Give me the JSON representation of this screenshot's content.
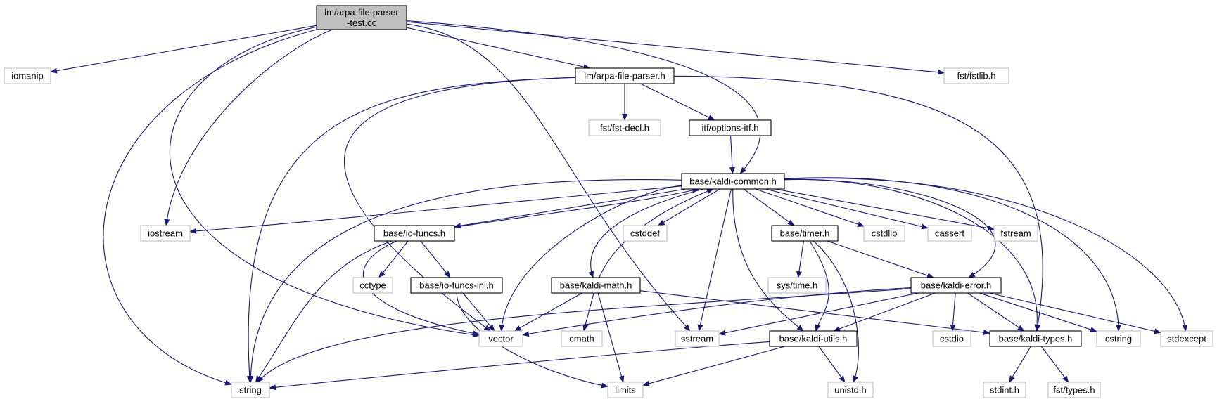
{
  "colors": {
    "edge": "#191970",
    "root_fill": "#bfbfbf",
    "root_border": "#000000",
    "documented_border": "#000000",
    "external_border": "#bfbfbf",
    "external_text": "#000000",
    "background": "#ffffff"
  },
  "nodes": [
    {
      "id": "root",
      "label": [
        "lm/arpa-file-parser",
        "-test.cc"
      ],
      "kind": "root"
    },
    {
      "id": "iomanip",
      "label": [
        "iomanip"
      ],
      "kind": "external"
    },
    {
      "id": "arpa",
      "label": [
        "lm/arpa-file-parser.h"
      ],
      "kind": "documented"
    },
    {
      "id": "fstlib",
      "label": [
        "fst/fstlib.h"
      ],
      "kind": "external"
    },
    {
      "id": "fstdecl",
      "label": [
        "fst/fst-decl.h"
      ],
      "kind": "external"
    },
    {
      "id": "options",
      "label": [
        "itf/options-itf.h"
      ],
      "kind": "documented"
    },
    {
      "id": "common",
      "label": [
        "base/kaldi-common.h"
      ],
      "kind": "documented"
    },
    {
      "id": "iostream",
      "label": [
        "iostream"
      ],
      "kind": "external"
    },
    {
      "id": "iofuncs",
      "label": [
        "base/io-funcs.h"
      ],
      "kind": "documented"
    },
    {
      "id": "cstddef",
      "label": [
        "cstddef"
      ],
      "kind": "external"
    },
    {
      "id": "timer",
      "label": [
        "base/timer.h"
      ],
      "kind": "documented"
    },
    {
      "id": "cstdlib",
      "label": [
        "cstdlib"
      ],
      "kind": "external"
    },
    {
      "id": "cassert",
      "label": [
        "cassert"
      ],
      "kind": "external"
    },
    {
      "id": "fstream",
      "label": [
        "fstream"
      ],
      "kind": "external"
    },
    {
      "id": "cctype",
      "label": [
        "cctype"
      ],
      "kind": "external"
    },
    {
      "id": "iofuncsinl",
      "label": [
        "base/io-funcs-inl.h"
      ],
      "kind": "documented"
    },
    {
      "id": "kmath",
      "label": [
        "base/kaldi-math.h"
      ],
      "kind": "documented"
    },
    {
      "id": "systime",
      "label": [
        "sys/time.h"
      ],
      "kind": "external"
    },
    {
      "id": "kerror",
      "label": [
        "base/kaldi-error.h"
      ],
      "kind": "documented"
    },
    {
      "id": "vector",
      "label": [
        "vector"
      ],
      "kind": "external"
    },
    {
      "id": "cmath",
      "label": [
        "cmath"
      ],
      "kind": "external"
    },
    {
      "id": "sstream",
      "label": [
        "sstream"
      ],
      "kind": "external"
    },
    {
      "id": "kutils",
      "label": [
        "base/kaldi-utils.h"
      ],
      "kind": "documented"
    },
    {
      "id": "cstdio",
      "label": [
        "cstdio"
      ],
      "kind": "external"
    },
    {
      "id": "ktypes",
      "label": [
        "base/kaldi-types.h"
      ],
      "kind": "documented"
    },
    {
      "id": "cstring",
      "label": [
        "cstring"
      ],
      "kind": "external"
    },
    {
      "id": "stdexcept",
      "label": [
        "stdexcept"
      ],
      "kind": "external"
    },
    {
      "id": "string",
      "label": [
        "string"
      ],
      "kind": "external"
    },
    {
      "id": "limits",
      "label": [
        "limits"
      ],
      "kind": "external"
    },
    {
      "id": "unistd",
      "label": [
        "unistd.h"
      ],
      "kind": "external"
    },
    {
      "id": "stdint",
      "label": [
        "stdint.h"
      ],
      "kind": "external"
    },
    {
      "id": "fsttypes",
      "label": [
        "fst/types.h"
      ],
      "kind": "external"
    }
  ],
  "edges": [
    {
      "from": "root",
      "to": "iomanip"
    },
    {
      "from": "root",
      "to": "arpa"
    },
    {
      "from": "root",
      "to": "fstlib"
    },
    {
      "from": "root",
      "to": "common"
    },
    {
      "from": "root",
      "to": "iostream"
    },
    {
      "from": "root",
      "to": "string"
    },
    {
      "from": "root",
      "to": "vector"
    },
    {
      "from": "root",
      "to": "sstream"
    },
    {
      "from": "arpa",
      "to": "fstdecl"
    },
    {
      "from": "arpa",
      "to": "options"
    },
    {
      "from": "arpa",
      "to": "string"
    },
    {
      "from": "arpa",
      "to": "vector"
    },
    {
      "from": "arpa",
      "to": "ktypes"
    },
    {
      "from": "options",
      "to": "common"
    },
    {
      "from": "common",
      "to": "iostream"
    },
    {
      "from": "common",
      "to": "iofuncs"
    },
    {
      "from": "common",
      "to": "cstddef"
    },
    {
      "from": "common",
      "to": "timer"
    },
    {
      "from": "common",
      "to": "cstdlib"
    },
    {
      "from": "common",
      "to": "cassert"
    },
    {
      "from": "common",
      "to": "fstream"
    },
    {
      "from": "common",
      "to": "kerror"
    },
    {
      "from": "common",
      "to": "ktypes"
    },
    {
      "from": "common",
      "to": "cstring"
    },
    {
      "from": "common",
      "to": "stdexcept"
    },
    {
      "from": "common",
      "to": "sstream"
    },
    {
      "from": "common",
      "to": "kutils"
    },
    {
      "from": "common",
      "to": "kmath"
    },
    {
      "from": "common",
      "to": "vector"
    },
    {
      "from": "common",
      "to": "string"
    },
    {
      "from": "iofuncs",
      "to": "common"
    },
    {
      "from": "iofuncs",
      "to": "cctype"
    },
    {
      "from": "iofuncs",
      "to": "iofuncsinl"
    },
    {
      "from": "iofuncs",
      "to": "vector"
    },
    {
      "from": "iofuncs",
      "to": "string"
    },
    {
      "from": "iofuncsinl",
      "to": "vector"
    },
    {
      "from": "iofuncsinl",
      "to": "limits"
    },
    {
      "from": "kmath",
      "to": "common"
    },
    {
      "from": "kmath",
      "to": "vector"
    },
    {
      "from": "kmath",
      "to": "cmath"
    },
    {
      "from": "kmath",
      "to": "limits"
    },
    {
      "from": "kmath",
      "to": "ktypes"
    },
    {
      "from": "timer",
      "to": "systime"
    },
    {
      "from": "timer",
      "to": "kutils"
    },
    {
      "from": "timer",
      "to": "unistd"
    },
    {
      "from": "timer",
      "to": "kerror"
    },
    {
      "from": "kerror",
      "to": "vector"
    },
    {
      "from": "kerror",
      "to": "sstream"
    },
    {
      "from": "kerror",
      "to": "kutils"
    },
    {
      "from": "kerror",
      "to": "cstdio"
    },
    {
      "from": "kerror",
      "to": "ktypes"
    },
    {
      "from": "kerror",
      "to": "cstring"
    },
    {
      "from": "kerror",
      "to": "stdexcept"
    },
    {
      "from": "kerror",
      "to": "string"
    },
    {
      "from": "kutils",
      "to": "string"
    },
    {
      "from": "kutils",
      "to": "limits"
    },
    {
      "from": "kutils",
      "to": "unistd"
    },
    {
      "from": "ktypes",
      "to": "stdint"
    },
    {
      "from": "ktypes",
      "to": "fsttypes"
    }
  ]
}
